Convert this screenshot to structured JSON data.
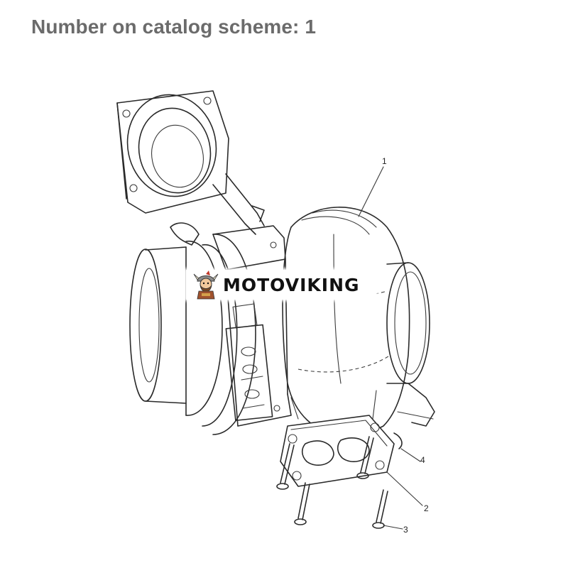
{
  "heading": "Number on catalog scheme: 1",
  "watermark": {
    "text": "MOTOVIKING",
    "icon": "viking-mascot-icon"
  },
  "callouts": [
    {
      "label": "1"
    },
    {
      "label": "2"
    },
    {
      "label": "3"
    },
    {
      "label": "4"
    }
  ],
  "colors": {
    "heading": "#6b6b6b",
    "line_art": "#2a2a2a",
    "mascot_red": "#c0392b",
    "mascot_brown": "#7a4a25"
  }
}
